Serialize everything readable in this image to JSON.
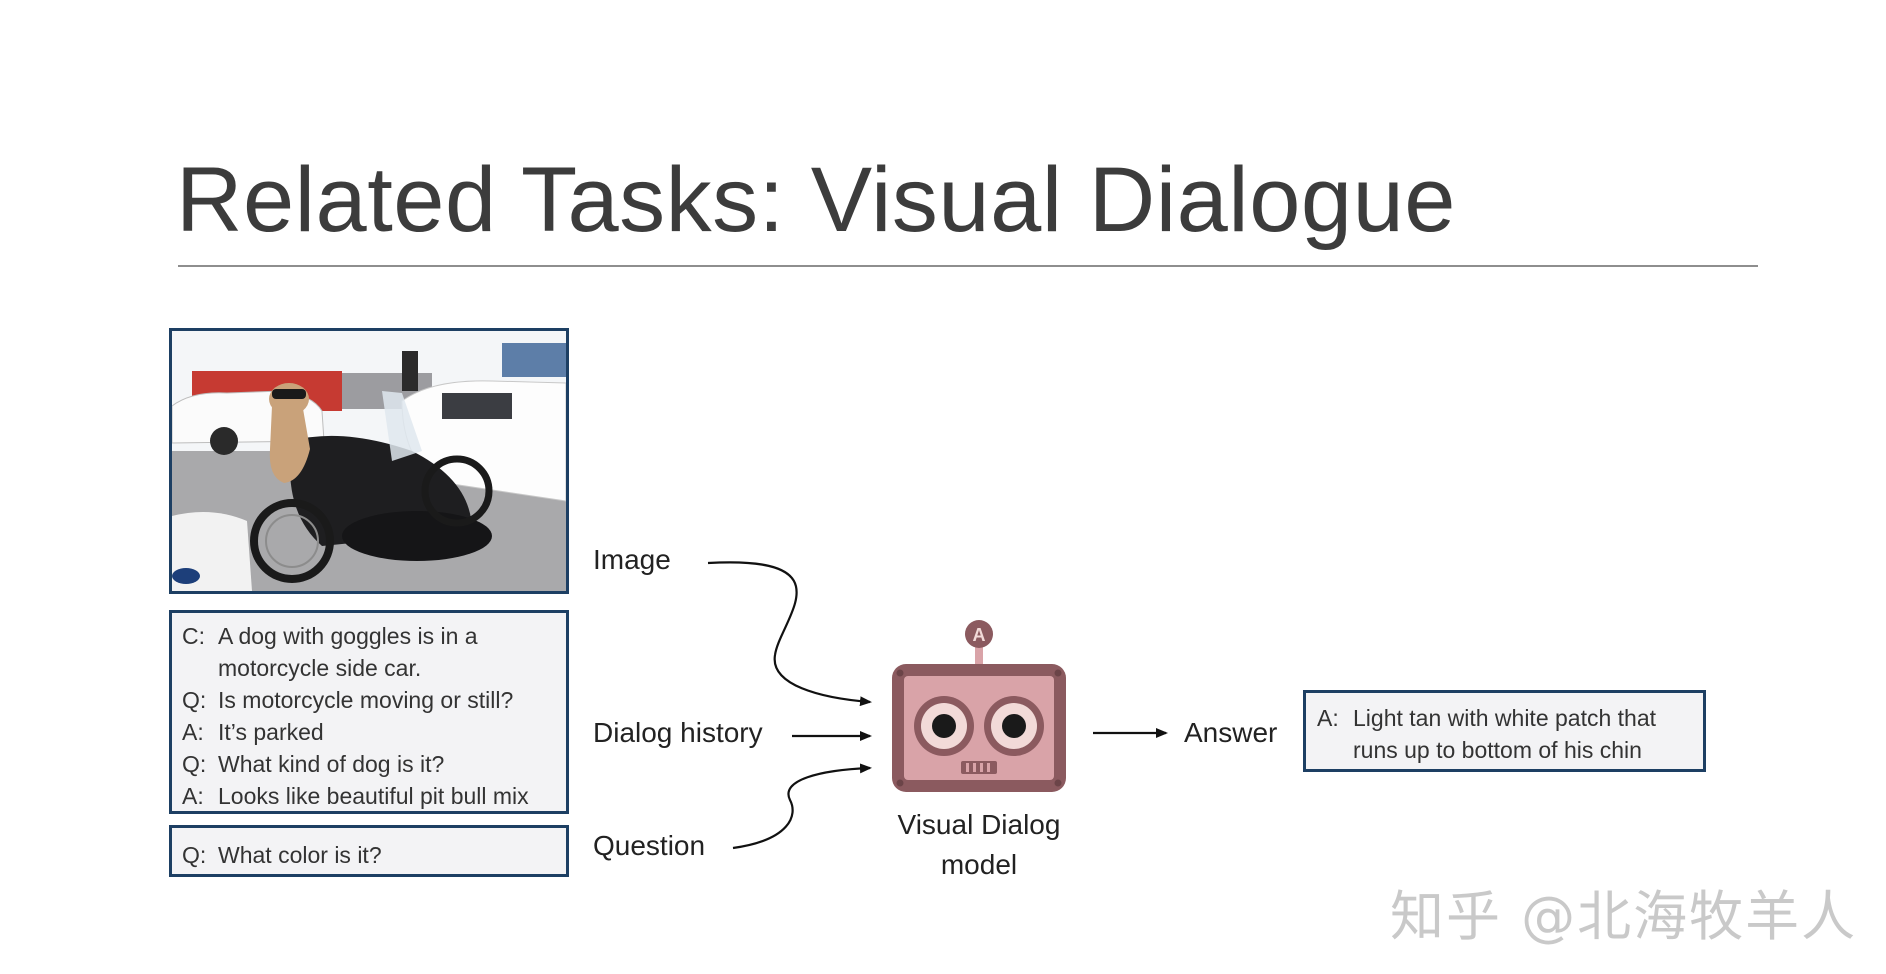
{
  "slide": {
    "title": "Related Tasks: Visual Dialogue"
  },
  "history": {
    "lines": [
      {
        "prefix": "C:",
        "text": "A dog with goggles is in a"
      },
      {
        "prefix": "",
        "text": "motorcycle side car."
      },
      {
        "prefix": "Q:",
        "text": "Is motorcycle moving or still?"
      },
      {
        "prefix": "A:",
        "text": "It’s parked"
      },
      {
        "prefix": "Q:",
        "text": "What kind of dog is it?"
      },
      {
        "prefix": "A:",
        "text": "Looks like beautiful pit bull mix"
      }
    ]
  },
  "question": {
    "prefix": "Q:",
    "text": "What color is it?"
  },
  "inputs": {
    "image_label": "Image",
    "history_label": "Dialog history",
    "question_label": "Question"
  },
  "model": {
    "label_line1": "Visual Dialog",
    "label_line2": "model",
    "antenna_letter": "A",
    "icon": "robot-icon"
  },
  "output": {
    "answer_label": "Answer",
    "answer": {
      "prefix": "A:",
      "line1": "Light tan with white patch that",
      "line2": "runs up to bottom of his chin"
    }
  },
  "watermark": "知乎 @北海牧羊人",
  "colors": {
    "box_border": "#1d3f63",
    "box_fill": "#f3f3f5",
    "robot_body": "#8b5a5f",
    "robot_face": "#d9a3a8",
    "robot_eye_ring": "#f2dad8",
    "title_text": "#3c3c3c"
  }
}
